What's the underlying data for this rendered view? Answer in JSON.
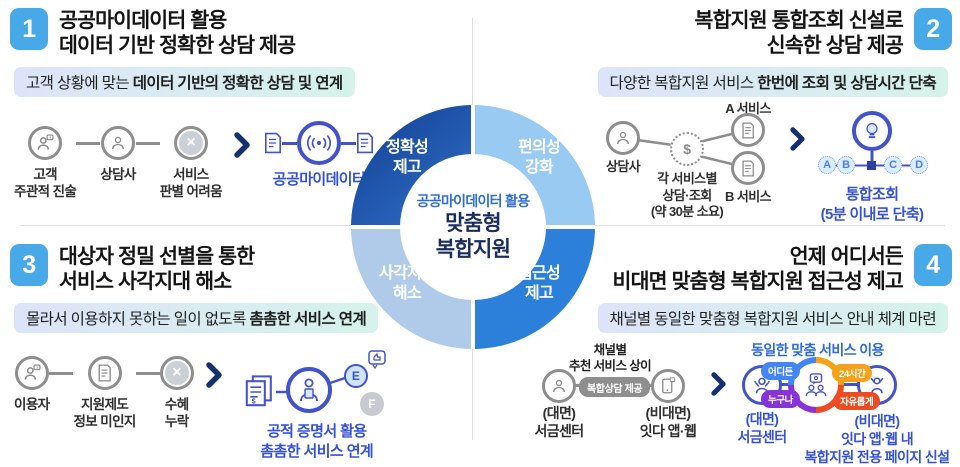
{
  "colors": {
    "badge_blue": "#47A9E8",
    "icon_gray": "#8E8E8E",
    "icon_blue": "#4353CB",
    "label_blue": "#3552D6",
    "arrow_navy": "#16306E",
    "donut_tl": "#1C4FA5",
    "donut_tr": "#99CAF2",
    "donut_bl": "#AFCBE9",
    "donut_br": "#2C80DA",
    "tag_blue": "#4285F4",
    "tag_orange": "#F6A117",
    "tag_purple": "#8833D9",
    "tag_red": "#EE4B23",
    "highlight_gradient_left": "#DDE4F9",
    "highlight_gradient_right": "#D5F3EA"
  },
  "donut": {
    "center_top": "공공마이데이터 활용",
    "center_main1": "맞춤형",
    "center_main2": "복합지원",
    "q_tl_1": "정확성",
    "q_tl_2": "제고",
    "q_tr_1": "편의성",
    "q_tr_2": "강화",
    "q_bl_1": "사각지대",
    "q_bl_2": "해소",
    "q_br_1": "접근성",
    "q_br_2": "제고"
  },
  "s1": {
    "num": "1",
    "title1": "공공마이데이터 활용",
    "title2": "데이터 기반 정확한 상담 제공",
    "hl_normal": "고객 상황에 맞는 ",
    "hl_bold": "데이터 기반의 정확한 상담 및 연계",
    "step1_1": "고객",
    "step1_2": "주관적 진술",
    "step2_1": "상담사",
    "step3_1": "서비스",
    "step3_2": "판별 어려움",
    "result": "공공마이데이터"
  },
  "s2": {
    "num": "2",
    "title1": "복합지원 통합조회 신설로",
    "title2": "신속한 상담 제공",
    "hl_normal": "다양한 복합지원 서비스 ",
    "hl_bold": "한번에 조회 및 상담시간 단축",
    "counselor": "상담사",
    "per_service_1": "각 서비스별",
    "per_service_2": "상담·조회",
    "per_service_3": "(약 30분 소요)",
    "service_a": "A 서비스",
    "service_b": "B 서비스",
    "dollar": "$",
    "abcd": [
      "A",
      "B",
      "C",
      "D"
    ],
    "result1": "통합조회",
    "result2": "(5분 이내로 단축)"
  },
  "s3": {
    "num": "3",
    "title1": "대상자 정밀 선별을 통한",
    "title2": "서비스 사각지대 해소",
    "hl_normal": "몰라서 이용하지 못하는 일이 없도록 ",
    "hl_bold": "촘촘한 서비스 연계",
    "step1_1": "이용자",
    "step2_1": "지원제도",
    "step2_2": "정보 미인지",
    "step3_1": "수혜",
    "step3_2": "누락",
    "e": "E",
    "f": "F",
    "result1": "공적 증명서 활용",
    "result2": "촘촘한 서비스 연계"
  },
  "s4": {
    "num": "4",
    "title1": "언제 어디서든",
    "title2": "비대면 맞춤형 복합지원 접근성 제고",
    "hl": "채널별 동일한 맞춤형 복합지원 서비스 안내 체계 마련",
    "left_note1": "채널별",
    "left_note2": "추천 서비스 상이",
    "pill": "복합상담 제공",
    "left_label1_1": "(대면)",
    "left_label1_2": "서금센터",
    "left_label2_1": "(비대면)",
    "left_label2_2": "잇다 앱·웹",
    "right_heading": "동일한 맞춤 서비스 이용",
    "tag_tl": "어디든",
    "tag_tr": "24시간",
    "tag_bl": "누구나",
    "tag_br": "자유롭게",
    "right_label1_1": "(대면)",
    "right_label1_2": "서금센터",
    "right_label2_1": "(비대면)",
    "right_label2_2": "잇다 앱·웹 내",
    "right_label2_3": "복합지원 전용 페이지 신설"
  }
}
